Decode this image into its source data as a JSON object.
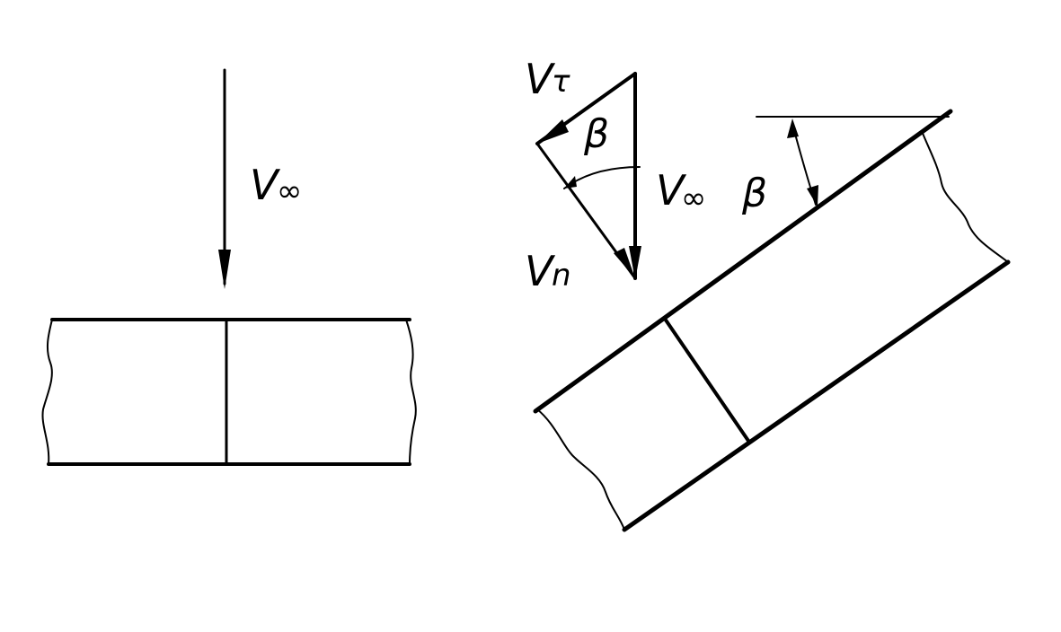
{
  "labels": {
    "v_symbol": "V",
    "infinity_sub": "∞",
    "tau_sub": "τ",
    "n_sub": "n",
    "beta": "β"
  },
  "colors": {
    "ink": "#000000",
    "background": "#ffffff"
  }
}
